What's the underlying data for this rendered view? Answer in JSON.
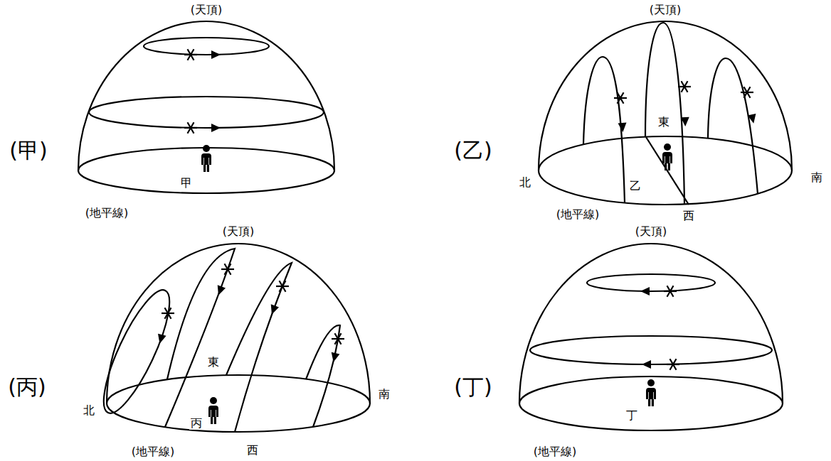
{
  "diagram": {
    "labels": [
      "(天頂)",
      "(甲)",
      "甲",
      "(地平線)",
      "(天頂)",
      "(乙)",
      "北",
      "東",
      "乙",
      "西",
      "南",
      "(地平線)",
      "(天頂)",
      "(丙)",
      "北",
      "東",
      "丙",
      "西",
      "南",
      "(地平線)",
      "(天頂)",
      "(丁)",
      "丁",
      "(地平線)"
    ]
  }
}
